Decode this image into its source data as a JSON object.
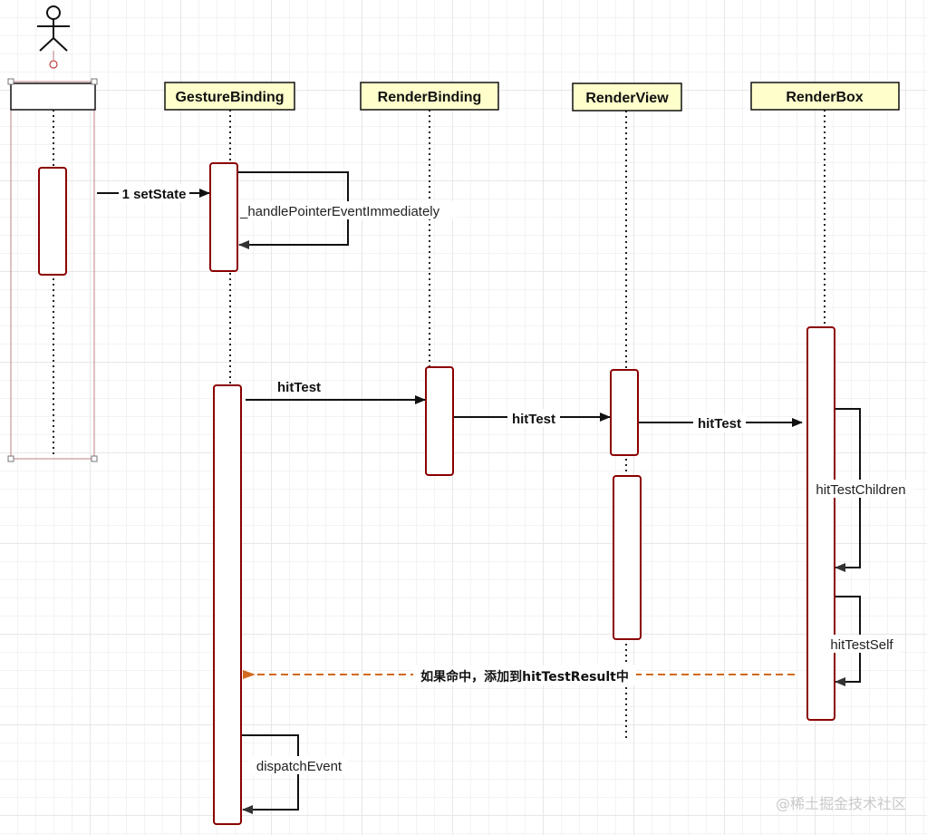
{
  "participants": [
    {
      "id": "actor",
      "label": ""
    },
    {
      "id": "gesture-binding",
      "label": "GestureBinding"
    },
    {
      "id": "render-binding",
      "label": "RenderBinding"
    },
    {
      "id": "render-view",
      "label": "RenderView"
    },
    {
      "id": "render-box",
      "label": "RenderBox"
    }
  ],
  "messages": {
    "set_state": "1 setState",
    "handle_pointer_event": "_handlePointerEventImmediately",
    "hit_test_1": "hitTest",
    "hit_test_2": "hitTest",
    "hit_test_3": "hitTest",
    "hit_test_children": "hitTestChildren",
    "hit_test_self": "hitTestSelf",
    "add_to_result": "如果命中，添加到hitTestResult中",
    "dispatch_event": "dispatchEvent"
  },
  "watermark": "@稀土掘金技术社区",
  "colors": {
    "participant_fill": "#ffffcc",
    "activation_border": "#8b0000",
    "return_arrow": "#d2691e",
    "actor_frame": "#c08080"
  }
}
